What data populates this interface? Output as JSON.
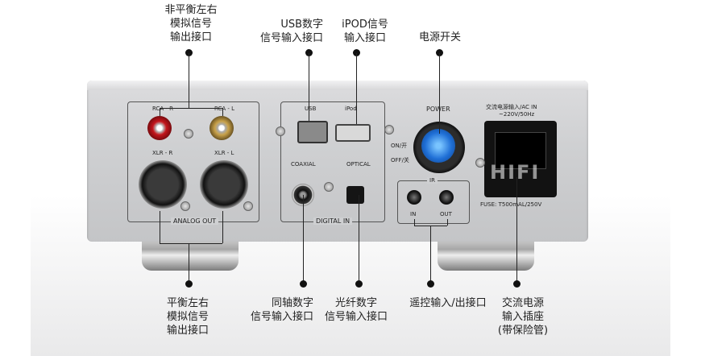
{
  "annotations": {
    "unbalanced": "非平衡左右\n模拟信号\n输出接口",
    "usb": "USB数字\n信号输入接口",
    "ipod": "iPOD信号\n输入接口",
    "power": "电源开关",
    "balanced": "平衡左右\n模拟信号\n输出接口",
    "coaxial": "同轴数字\n信号输入接口",
    "optical": "光纤数字\n信号输入接口",
    "remote": "遥控输入/出接口",
    "ac": "交流电源\n输入插座\n(带保险管)"
  },
  "panel_labels": {
    "rca_r": "RCA - R",
    "rca_l": "RCA - L",
    "xlr_r": "XLR - R",
    "xlr_l": "XLR - L",
    "analog_out": "ANALOG OUT",
    "usb": "USB",
    "ipod": "iPod",
    "coaxial": "COAXIAL",
    "optical": "OPTICAL",
    "digital_in": "DIGITAL IN",
    "power": "POWER",
    "on": "ON/开",
    "off": "OFF/关",
    "ir": "IR",
    "ir_in": "IN",
    "ir_out": "OUT",
    "ac_in": "交流电源输入/AC IN",
    "ac_volt": "~220V/50Hz",
    "fuse": "FUSE: T500mAL/250V",
    "watermark": "HIFI"
  },
  "colors": {
    "rca_red": "#c4161c",
    "rca_gold": "#c9a24a",
    "power_blue": "#1f6fd6"
  }
}
